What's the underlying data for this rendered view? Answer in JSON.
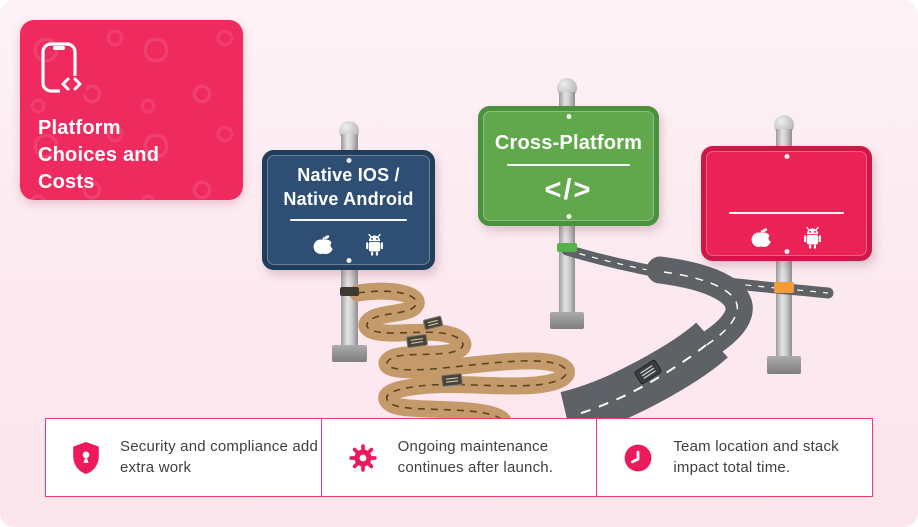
{
  "header_card": {
    "title": "Platform Choices and Costs",
    "icon": "phone-code-icon"
  },
  "signs": [
    {
      "id": "native",
      "label": "Native IOS / Native Android",
      "icons": [
        "apple-icon",
        "android-icon"
      ],
      "color": "#2E4E74"
    },
    {
      "id": "cross-platform",
      "label": "Cross-Platform",
      "symbol": "</>",
      "color": "#61A84D"
    },
    {
      "id": "result",
      "label": "",
      "icons": [
        "apple-icon",
        "android-icon"
      ],
      "color": "#EB2255"
    }
  ],
  "roads": {
    "winding_road_color": "#C49A6B",
    "straight_road_color": "#5E6165"
  },
  "cards": [
    {
      "icon": "shield-lock-icon",
      "text": "Security and compliance add extra work"
    },
    {
      "icon": "gear-icon",
      "text": "Ongoing maintenance continues after launch."
    },
    {
      "icon": "clock-icon",
      "text": "Team location and stack impact total time."
    }
  ],
  "colors": {
    "background": "#FCE9F0",
    "brand_pink": "#EE2A5E",
    "navy_sign": "#2E4E74",
    "green_sign": "#61A84D",
    "pink_sign": "#EB2255",
    "pole_band_green": "#57B14B",
    "pole_band_orange": "#F29B38",
    "card_border": "#EE3A6B",
    "card_text": "#3F3F3F"
  }
}
